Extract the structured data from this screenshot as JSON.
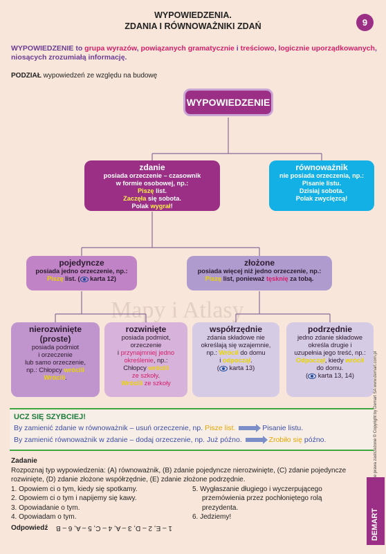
{
  "header": {
    "title_line1": "WYPOWIEDZENIA.",
    "title_line2": "ZDANIA I RÓWNOWAŻNIKI ZDAŃ",
    "page": "9"
  },
  "definition": {
    "term": "WYPOWIEDZENIE",
    "t1": " to ",
    "p1": "grupa wyrazów",
    "t2": ", ",
    "p2": "powiązanych gramatycznie",
    "t3": " i ",
    "p3": "treściowo",
    "t4": ", ",
    "p4": "logicznie uporządkowanych",
    "t5": ", niosących zrozumiałą informację."
  },
  "podzial": {
    "bold": "PODZIAŁ",
    "rest": " wypowiedzeń ze względu na budowę"
  },
  "tree": {
    "root": "WYPOWIEDZENIE",
    "zdanie": {
      "title": "zdanie",
      "l1": "posiada orzeczenie – czasownik",
      "l2": "w formie osobowej, np.:",
      "e1a": "Piszę",
      "e1b": " list.",
      "e2a": "Zaczęła",
      "e2b": " się sobota.",
      "e3a": "Polak ",
      "e3b": "wygrał",
      "e3c": "!"
    },
    "rown": {
      "title": "równoważnik",
      "l1": "nie posiada orzeczenia, np.:",
      "e1": "Pisanie listu.",
      "e2": "Dzisiaj sobota.",
      "e3": "Polak zwycięzcą!"
    },
    "poj": {
      "title": "pojedyncze",
      "l1": "posiada jedno orzeczenie, np.:",
      "e1a": "Piszę",
      "e1b": " list. (",
      "e1c": " karta 12)"
    },
    "zloz": {
      "title": "złożone",
      "l1": "posiada więcej niż jedno orzeczenie, np.:",
      "e1a": "Piszę",
      "e1b": " list, ponieważ ",
      "e1c": "tęsknię",
      "e1d": " za tobą."
    },
    "nieroz": {
      "title": "nierozwinięte",
      "title2": "(proste)",
      "l1": "posiada podmiot",
      "l2": "i orzeczenie",
      "l3": "lub samo orzeczenie,",
      "l4a": "np.: Chłopcy ",
      "l4b": "wrócili",
      "l5": "Wrócili",
      "l5b": "."
    },
    "rozw": {
      "title": "rozwinięte",
      "l1": "posiada podmiot,",
      "l2": "orzeczenie",
      "l3a": "i ",
      "l3b": "przynajmniej jedno",
      "l4": "określenie",
      "l4b": ", np.:",
      "l5a": "Chłopcy ",
      "l5b": "wrócili",
      "l6": "ze szkoły",
      "l6b": ".",
      "l7a": "Wrócili",
      "l7b": " ze szkoły"
    },
    "wsp": {
      "title": "współrzędnie",
      "l1": "zdania składowe nie",
      "l2": "określają się wzajemnie,",
      "l3a": "np.: ",
      "l3b": "Wrócił",
      "l3c": " do domu",
      "l4a": "i ",
      "l4b": "odpoczął",
      "l4c": ".",
      "l5a": "(",
      "l5b": " karta 13)"
    },
    "pod": {
      "title": "podrzędnie",
      "l1": "jedno zdanie składowe",
      "l2": "określa drugie i",
      "l3": "uzupełnia jego treść, np.:",
      "l4a": "Odpoczął",
      "l4b": ", kiedy ",
      "l4c": "wrócił",
      "l5": "do domu.",
      "l6a": "(",
      "l6b": " karta 13, 14)"
    }
  },
  "ucz": {
    "title": "UCZ SIĘ SZYBCIEJ!",
    "r1a": "By zamienić zdanie w równoważnik – usuń orzeczenie, np. ",
    "r1b": "Pisze",
    "r1c": " list.",
    "r1d": "Pisanie listu.",
    "r2a": "By zamienić równoważnik w zdanie – dodaj orzeczenie, np. Już późno.",
    "r2b": "Zrobiło się",
    "r2c": " późno."
  },
  "zadanie": {
    "title": "Zadanie",
    "intro": "Rozpoznaj typ wypowiedzenia: (A) równoważnik, (B) zdanie pojedyncze nierozwinięte, (C) zdanie pojedyncze rozwinięte, (D) zdanie złożone współrzędnie, (E) zdanie złożone podrzędnie.",
    "items_left": [
      "1. Opowiem ci o tym, kiedy się spotkamy.",
      "2. Opowiem ci o tym i napijemy się kawy.",
      "3. Opowiadanie o tym.",
      "4. Opowiadam o tym."
    ],
    "items_right": [
      "5. Wygłaszanie długiego i wyczerpującego",
      "przemówienia przez pochłoniętego rolą",
      "prezydenta.",
      "6. Jedziemy!"
    ],
    "answer_label": "Odpowiedź",
    "answer": "1 – E, 2 – D, 3 – A, 4 – C, 5 – A, 6 – B"
  },
  "side_text": "Wszelkie prawa zastrzeżone © Copyright by Demart SA www.demart.com.pl",
  "watermark": "Mapy i Atlasy",
  "brand": "DEMART"
}
